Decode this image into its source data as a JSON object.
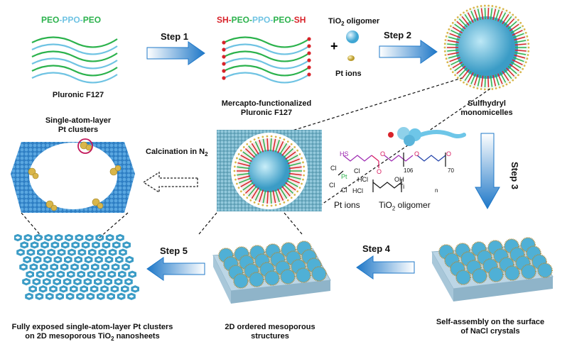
{
  "top": {
    "polymer_parts": [
      "PEO",
      "-PPO-",
      "PEO"
    ],
    "func_polymer_parts": [
      "SH-",
      "PEO-",
      "PPO-",
      "PEO-",
      "SH"
    ],
    "tio2_oligomer": "TiO",
    "tio2_sub": "2",
    "tio2_suffix": " oligomer",
    "plus": "+",
    "pt_ions": "Pt ions",
    "pluronic_label": "Pluronic F127",
    "mercapto_label_1": "Mercapto-functionalized",
    "mercapto_label_2": "Pluronic F127",
    "monomicelles_label_1": "Sulfhydryl",
    "monomicelles_label_2": "monomicelles"
  },
  "steps": {
    "step1": "Step 1",
    "step2": "Step 2",
    "step3": "Step 3",
    "step4": "Step 4",
    "step5": "Step 5"
  },
  "middle": {
    "pt_cluster_label_1": "Single-atom-layer",
    "pt_cluster_label_2": "Pt clusters",
    "calcination": "Calcination in N",
    "calcination_sub": "2",
    "chem_pt_ions": "Pt ions",
    "chem_tio2": "TiO",
    "chem_tio2_sub": "2",
    "chem_tio2_suffix": " oligomer",
    "chem_sh": "HS",
    "chem_n106": "106",
    "chem_n70": "70",
    "chem_n": "n",
    "chem_o": "O",
    "chem_oh": "OH",
    "chem_ti": "Ti",
    "chem_cl": "Cl",
    "chem_hcl": "HCl",
    "chem_pt": "Pt"
  },
  "bottom": {
    "nanosheet_label_1": "Fully exposed single-atom-layer Pt clusters",
    "nanosheet_label_2": "on 2D mesoporous TiO",
    "nanosheet_sub": "2",
    "nanosheet_label_3": " nanosheets",
    "ordered_label_1": "2D ordered mesoporous",
    "ordered_label_2": "structures",
    "selfassembly_label_1": "Self-assembly on the surface",
    "selfassembly_label_2": "of NaCl crystals"
  },
  "colors": {
    "peo": "#2bb24c",
    "ppo": "#6fc3e3",
    "sh": "#d8232a",
    "arrow": "#1f78c8",
    "tio2": "#6ec6e8",
    "pt": "#d9b64a",
    "substrate": "#bcd6e6"
  }
}
